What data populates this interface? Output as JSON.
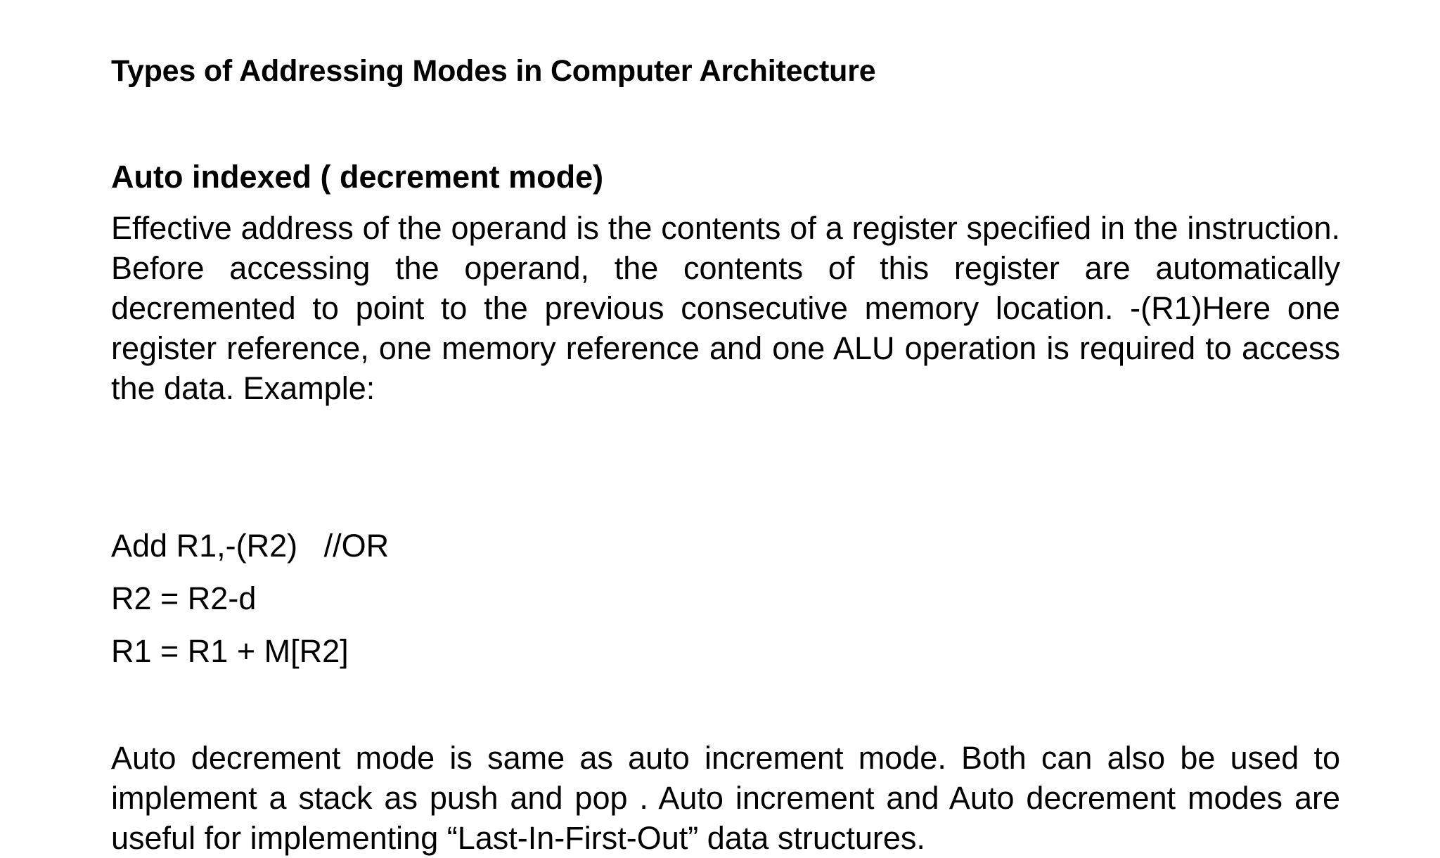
{
  "slide": {
    "title": "Types of Addressing Modes in Computer Architecture",
    "subtitle": "Auto indexed ( decrement mode)",
    "paragraph1": "Effective address of the operand is the contents of a register specified in the instruction. Before accessing the operand, the contents of this register are automatically decremented to point to the previous consecutive memory location. -(R1)Here one register reference, one memory reference and one ALU operation is required to access the data. Example:",
    "code_lines": [
      "Add R1,-(R2)   //OR",
      "R2 = R2-d",
      "R1 = R1 + M[R2]"
    ],
    "paragraph2": "Auto decrement mode is same as  auto increment mode. Both can also be used to implement a stack as push and pop . Auto increment and Auto decrement modes are useful for implementing “Last-In-First-Out” data structures."
  }
}
